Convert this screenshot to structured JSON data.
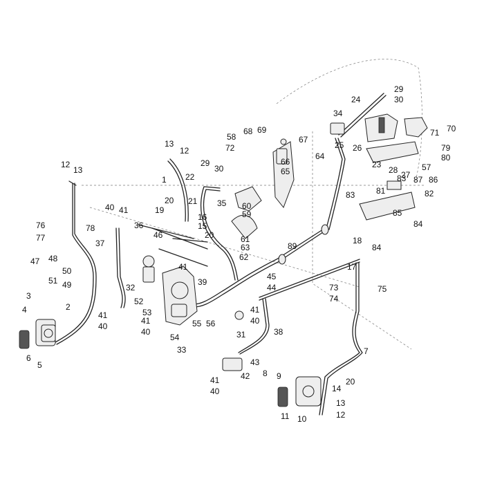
{
  "diagram": {
    "callouts": [
      "1",
      "2",
      "3",
      "4",
      "5",
      "6",
      "7",
      "8",
      "9",
      "10",
      "11",
      "12",
      "13",
      "14",
      "15",
      "16",
      "17",
      "18",
      "19",
      "20",
      "21",
      "22",
      "23",
      "24",
      "25",
      "26",
      "27",
      "28",
      "29",
      "30",
      "31",
      "32",
      "33",
      "34",
      "35",
      "36",
      "37",
      "38",
      "39",
      "40",
      "41",
      "42",
      "43",
      "44",
      "45",
      "46",
      "47",
      "48",
      "49",
      "50",
      "51",
      "52",
      "53",
      "54",
      "55",
      "56",
      "57",
      "58",
      "59",
      "60",
      "61",
      "62",
      "63",
      "64",
      "65",
      "66",
      "67",
      "68",
      "69",
      "70",
      "71",
      "72",
      "73",
      "74",
      "75",
      "76",
      "77",
      "78",
      "79",
      "80",
      "81",
      "82",
      "83",
      "84",
      "85",
      "86",
      "87",
      "89"
    ]
  }
}
